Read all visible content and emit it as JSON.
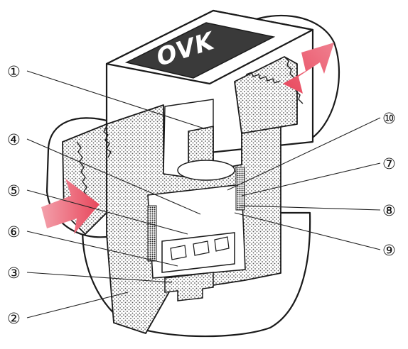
{
  "logo": {
    "text": "OVK"
  },
  "callouts": [
    {
      "id": "c1",
      "label": "①"
    },
    {
      "id": "c2",
      "label": "②"
    },
    {
      "id": "c3",
      "label": "③"
    },
    {
      "id": "c4",
      "label": "④"
    },
    {
      "id": "c5",
      "label": "⑤"
    },
    {
      "id": "c6",
      "label": "⑥"
    },
    {
      "id": "c7",
      "label": "⑦"
    },
    {
      "id": "c8",
      "label": "⑧"
    },
    {
      "id": "c9",
      "label": "⑨"
    },
    {
      "id": "c10",
      "label": "⑩"
    }
  ],
  "colors": {
    "flow_arrow": "#e8475c",
    "logo_plate": "#3a3a3a",
    "line": "#1a1a1a"
  }
}
